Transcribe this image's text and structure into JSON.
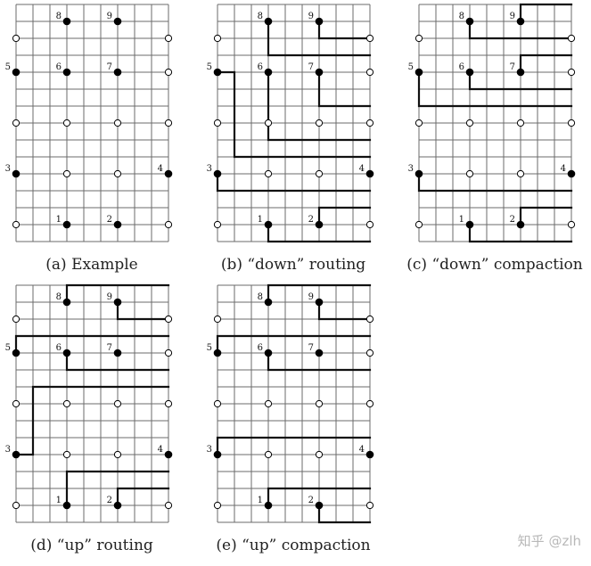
{
  "colors": {
    "grid": "#6b6b6b",
    "route": "#111111",
    "terminal_filled": "#000000",
    "terminal_open_fill": "#ffffff",
    "caption": "#222222",
    "watermark": "#b8b8b8"
  },
  "panels": [
    {
      "id": "a",
      "caption": "(a) Example",
      "labels": [
        {
          "text": "8",
          "node": [
            3,
            0
          ]
        },
        {
          "text": "9",
          "node": [
            6,
            0
          ]
        },
        {
          "text": "5",
          "node": [
            0,
            3
          ]
        },
        {
          "text": "6",
          "node": [
            3,
            3
          ]
        },
        {
          "text": "7",
          "node": [
            6,
            3
          ]
        },
        {
          "text": "3",
          "node": [
            0,
            9
          ]
        },
        {
          "text": "4",
          "node": [
            9,
            9
          ]
        },
        {
          "text": "1",
          "node": [
            3,
            12
          ]
        },
        {
          "text": "2",
          "node": [
            6,
            12
          ]
        }
      ],
      "routes": []
    },
    {
      "id": "b",
      "caption": "(b) “down” routing",
      "labels": [
        {
          "text": "8",
          "node": [
            3,
            0
          ]
        },
        {
          "text": "9",
          "node": [
            6,
            0
          ]
        },
        {
          "text": "5",
          "node": [
            0,
            3
          ]
        },
        {
          "text": "6",
          "node": [
            3,
            3
          ]
        },
        {
          "text": "7",
          "node": [
            6,
            3
          ]
        },
        {
          "text": "3",
          "node": [
            0,
            9
          ]
        },
        {
          "text": "4",
          "node": [
            9,
            9
          ]
        },
        {
          "text": "1",
          "node": [
            3,
            12
          ]
        },
        {
          "text": "2",
          "node": [
            6,
            12
          ]
        }
      ],
      "routes": [
        [
          [
            6,
            0
          ],
          [
            6,
            1
          ],
          [
            9,
            1
          ]
        ],
        [
          [
            3,
            0
          ],
          [
            3,
            2
          ],
          [
            9,
            2
          ]
        ],
        [
          [
            6,
            3
          ],
          [
            6,
            5
          ],
          [
            9,
            5
          ]
        ],
        [
          [
            3,
            3
          ],
          [
            3,
            7
          ],
          [
            9,
            7
          ]
        ],
        [
          [
            0,
            3
          ],
          [
            1,
            3
          ],
          [
            1,
            8
          ],
          [
            9,
            8
          ]
        ],
        [
          [
            0,
            9
          ],
          [
            0,
            10
          ],
          [
            9,
            10
          ]
        ],
        [
          [
            6,
            12
          ],
          [
            6,
            11
          ],
          [
            9,
            11
          ]
        ],
        [
          [
            3,
            12
          ],
          [
            3,
            13
          ],
          [
            9,
            13
          ]
        ]
      ]
    },
    {
      "id": "c",
      "caption": "(c) “down” compaction",
      "labels": [
        {
          "text": "8",
          "node": [
            3,
            0
          ]
        },
        {
          "text": "9",
          "node": [
            6,
            0
          ]
        },
        {
          "text": "5",
          "node": [
            0,
            3
          ]
        },
        {
          "text": "6",
          "node": [
            3,
            3
          ]
        },
        {
          "text": "7",
          "node": [
            6,
            3
          ]
        },
        {
          "text": "3",
          "node": [
            0,
            9
          ]
        },
        {
          "text": "4",
          "node": [
            9,
            9
          ]
        },
        {
          "text": "1",
          "node": [
            3,
            12
          ]
        },
        {
          "text": "2",
          "node": [
            6,
            12
          ]
        }
      ],
      "routes": [
        [
          [
            6,
            0
          ],
          [
            6,
            -1
          ],
          [
            9,
            -1
          ]
        ],
        [
          [
            3,
            0
          ],
          [
            3,
            1
          ],
          [
            9,
            1
          ]
        ],
        [
          [
            6,
            3
          ],
          [
            6,
            2
          ],
          [
            9,
            2
          ]
        ],
        [
          [
            3,
            3
          ],
          [
            3,
            4
          ],
          [
            9,
            4
          ]
        ],
        [
          [
            0,
            3
          ],
          [
            0,
            5
          ],
          [
            9,
            5
          ]
        ],
        [
          [
            0,
            9
          ],
          [
            0,
            10
          ],
          [
            9,
            10
          ]
        ],
        [
          [
            6,
            12
          ],
          [
            6,
            11
          ],
          [
            9,
            11
          ]
        ],
        [
          [
            3,
            12
          ],
          [
            3,
            13
          ],
          [
            9,
            13
          ]
        ]
      ]
    },
    {
      "id": "d",
      "caption": "(d) “up” routing",
      "labels": [
        {
          "text": "8",
          "node": [
            3,
            0
          ]
        },
        {
          "text": "9",
          "node": [
            6,
            0
          ]
        },
        {
          "text": "5",
          "node": [
            0,
            3
          ]
        },
        {
          "text": "6",
          "node": [
            3,
            3
          ]
        },
        {
          "text": "7",
          "node": [
            6,
            3
          ]
        },
        {
          "text": "3",
          "node": [
            0,
            9
          ]
        },
        {
          "text": "4",
          "node": [
            9,
            9
          ]
        },
        {
          "text": "1",
          "node": [
            3,
            12
          ]
        },
        {
          "text": "2",
          "node": [
            6,
            12
          ]
        }
      ],
      "routes": [
        [
          [
            3,
            0
          ],
          [
            3,
            -1
          ],
          [
            9,
            -1
          ]
        ],
        [
          [
            6,
            0
          ],
          [
            6,
            1
          ],
          [
            9,
            1
          ]
        ],
        [
          [
            0,
            3
          ],
          [
            0,
            2
          ],
          [
            9,
            2
          ]
        ],
        [
          [
            3,
            3
          ],
          [
            3,
            4
          ],
          [
            9,
            4
          ]
        ],
        [
          [
            0,
            9
          ],
          [
            1,
            9
          ],
          [
            1,
            5
          ],
          [
            9,
            5
          ]
        ],
        [
          [
            3,
            12
          ],
          [
            3,
            10
          ],
          [
            9,
            10
          ]
        ],
        [
          [
            6,
            12
          ],
          [
            6,
            11
          ],
          [
            9,
            11
          ]
        ]
      ]
    },
    {
      "id": "e",
      "caption": "(e) “up” compaction",
      "labels": [
        {
          "text": "8",
          "node": [
            3,
            0
          ]
        },
        {
          "text": "9",
          "node": [
            6,
            0
          ]
        },
        {
          "text": "5",
          "node": [
            0,
            3
          ]
        },
        {
          "text": "6",
          "node": [
            3,
            3
          ]
        },
        {
          "text": "7",
          "node": [
            6,
            3
          ]
        },
        {
          "text": "3",
          "node": [
            0,
            9
          ]
        },
        {
          "text": "4",
          "node": [
            9,
            9
          ]
        },
        {
          "text": "1",
          "node": [
            3,
            12
          ]
        },
        {
          "text": "2",
          "node": [
            6,
            12
          ]
        }
      ],
      "routes": [
        [
          [
            3,
            0
          ],
          [
            3,
            -1
          ],
          [
            9,
            -1
          ]
        ],
        [
          [
            6,
            0
          ],
          [
            6,
            1
          ],
          [
            9,
            1
          ]
        ],
        [
          [
            0,
            3
          ],
          [
            0,
            2
          ],
          [
            9,
            2
          ]
        ],
        [
          [
            3,
            3
          ],
          [
            3,
            4
          ],
          [
            9,
            4
          ]
        ],
        [
          [
            0,
            9
          ],
          [
            0,
            8
          ],
          [
            9,
            8
          ]
        ],
        [
          [
            3,
            12
          ],
          [
            3,
            11
          ],
          [
            9,
            11
          ]
        ],
        [
          [
            6,
            12
          ],
          [
            6,
            13
          ],
          [
            9,
            13
          ]
        ]
      ]
    }
  ],
  "watermark": "知乎 @zlh"
}
